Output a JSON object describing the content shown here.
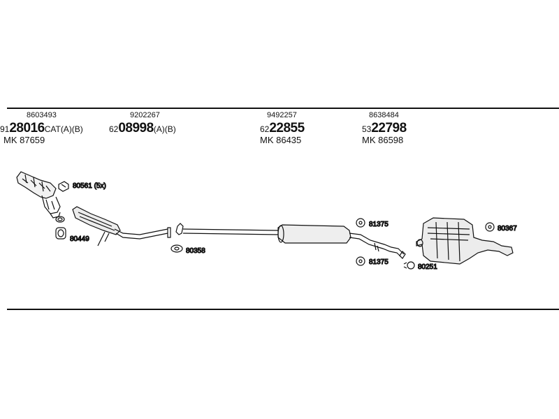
{
  "groups": [
    {
      "ref": "8603493",
      "prefix": "91",
      "bold": "28016",
      "suffix": "CAT(A)(B)",
      "mk": "MK  87659"
    },
    {
      "ref": "9202267",
      "prefix": "62",
      "bold": "08998",
      "suffix": "(A)(B)",
      "mk": ""
    },
    {
      "ref": "9492257",
      "prefix": "62",
      "bold": "22855",
      "suffix": "",
      "mk": "MK  86435"
    },
    {
      "ref": "8638484",
      "prefix": "53",
      "bold": "22798",
      "suffix": "",
      "mk": "MK  86598"
    }
  ],
  "callouts": {
    "c80561": "80561 (5x)",
    "c80449": "80449",
    "c80358": "80358",
    "c81375a": "81375",
    "c81375b": "81375",
    "c80251": "80251",
    "c80367": "80367"
  }
}
